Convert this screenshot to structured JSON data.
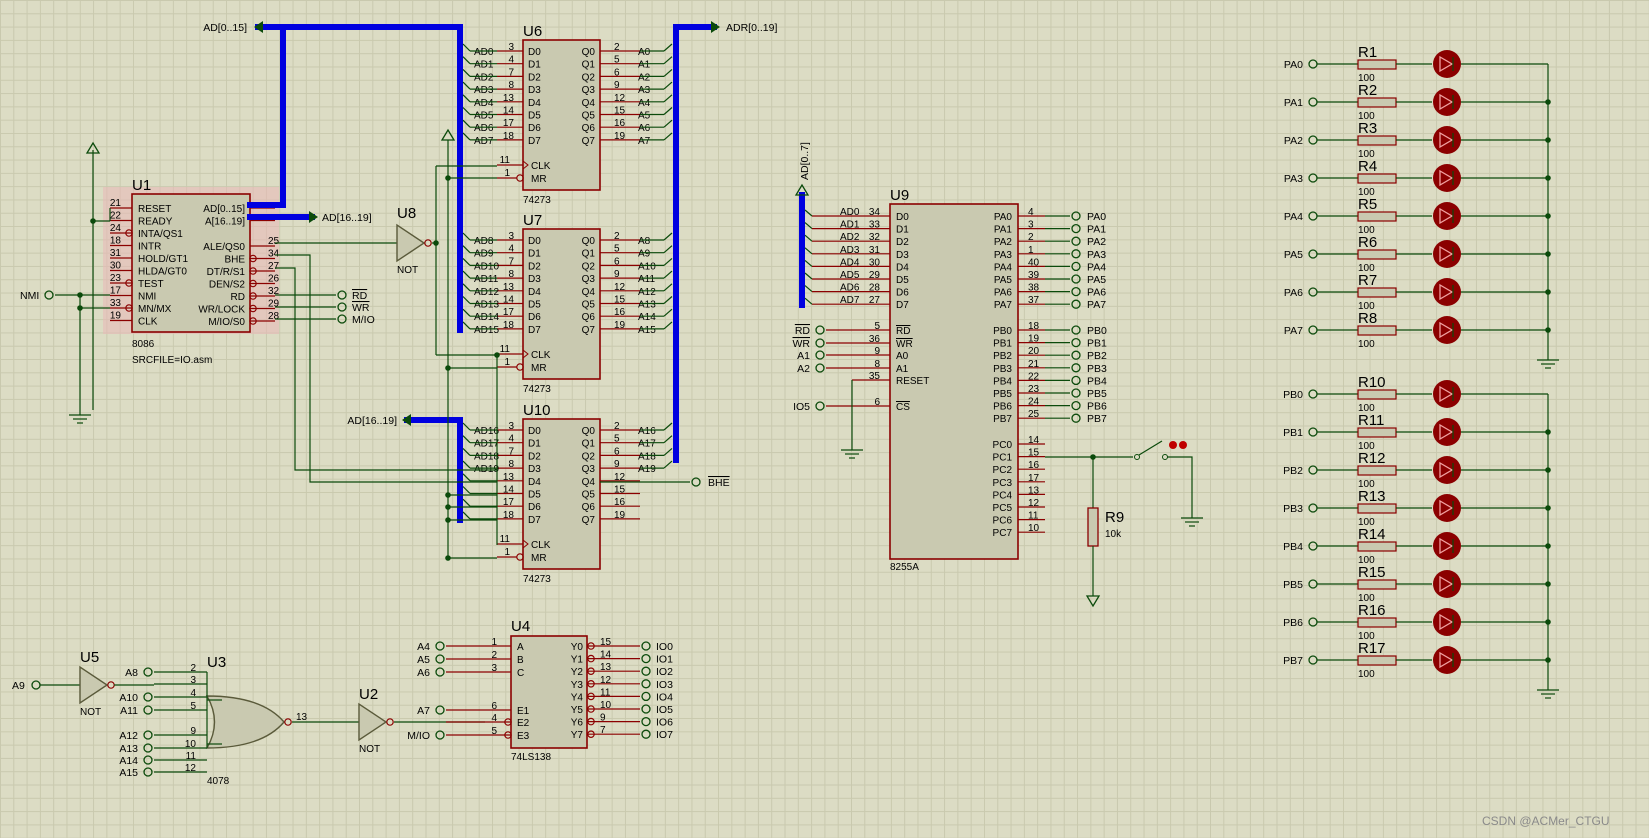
{
  "u1": {
    "ref": "U1",
    "part": "8086",
    "src": "SRCFILE=IO.asm",
    "left": [
      {
        "n": "21",
        "t": "RESET"
      },
      {
        "n": "22",
        "t": "READY"
      },
      {
        "n": "24",
        "t": "INTA/QS1"
      },
      {
        "n": "18",
        "t": "INTR"
      },
      {
        "n": "31",
        "t": "HOLD/GT1"
      },
      {
        "n": "30",
        "t": "HLDA/GT0"
      },
      {
        "n": "23",
        "t": "TEST"
      },
      {
        "n": "17",
        "t": "NMI"
      },
      {
        "n": "33",
        "t": "MN/MX"
      },
      {
        "n": "19",
        "t": "CLK"
      }
    ],
    "right": [
      {
        "n": "",
        "t": "AD[0..15]"
      },
      {
        "n": "",
        "t": "A[16..19]"
      },
      {
        "n": "25",
        "t": "ALE/QS0"
      },
      {
        "n": "34",
        "t": "BHE"
      },
      {
        "n": "27",
        "t": "DT/R/S1"
      },
      {
        "n": "26",
        "t": "DEN/S2"
      },
      {
        "n": "32",
        "t": "RD"
      },
      {
        "n": "29",
        "t": "WR/LOCK"
      },
      {
        "n": "28",
        "t": "M/IO/S0"
      }
    ]
  },
  "latches": [
    {
      "ref": "U6",
      "part": "74273",
      "din": [
        "AD0",
        "AD1",
        "AD2",
        "AD3",
        "AD4",
        "AD5",
        "AD6",
        "AD7"
      ],
      "dpin": [
        "3",
        "4",
        "7",
        "8",
        "13",
        "14",
        "17",
        "18"
      ],
      "qout": [
        "A0",
        "A1",
        "A2",
        "A3",
        "A4",
        "A5",
        "A6",
        "A7"
      ],
      "qpin": [
        "2",
        "5",
        "6",
        "9",
        "12",
        "15",
        "16",
        "19"
      ]
    },
    {
      "ref": "U7",
      "part": "74273",
      "din": [
        "AD8",
        "AD9",
        "AD10",
        "AD11",
        "AD12",
        "AD13",
        "AD14",
        "AD15"
      ],
      "dpin": [
        "3",
        "4",
        "7",
        "8",
        "13",
        "14",
        "17",
        "18"
      ],
      "qout": [
        "A8",
        "A9",
        "A10",
        "A11",
        "A12",
        "A13",
        "A14",
        "A15"
      ],
      "qpin": [
        "2",
        "5",
        "6",
        "9",
        "12",
        "15",
        "16",
        "19"
      ]
    },
    {
      "ref": "U10",
      "part": "74273",
      "din": [
        "AD16",
        "AD17",
        "AD18",
        "AD19",
        "",
        "",
        "",
        ""
      ],
      "dpin": [
        "3",
        "4",
        "7",
        "8",
        "13",
        "14",
        "17",
        "18"
      ],
      "qout": [
        "A16",
        "A17",
        "A18",
        "A19",
        "",
        "",
        "",
        ""
      ],
      "qpin": [
        "2",
        "5",
        "6",
        "9",
        "12",
        "15",
        "16",
        "19"
      ]
    }
  ],
  "latch_pins": {
    "d": [
      "D0",
      "D1",
      "D2",
      "D3",
      "D4",
      "D5",
      "D6",
      "D7"
    ],
    "q": [
      "Q0",
      "Q1",
      "Q2",
      "Q3",
      "Q4",
      "Q5",
      "Q6",
      "Q7"
    ],
    "clk": "CLK",
    "mr": "MR",
    "clk_pin": "11",
    "mr_pin": "1"
  },
  "buses": {
    "ad": "AD[0..15]",
    "adr": "ADR[0..19]",
    "a16": "AD[16..19]",
    "a16b": "AD[16..19]",
    "ad8255": "AD[0..7]"
  },
  "u8": {
    "ref": "U8",
    "type": "NOT"
  },
  "ctrl": {
    "rd": "RD",
    "wr": "WR",
    "mio": "M/IO",
    "bhe": "BHE",
    "nmi": "NMI"
  },
  "u9": {
    "ref": "U9",
    "part": "8255A",
    "left": [
      {
        "n": "34",
        "t": "D0",
        "net": "AD0"
      },
      {
        "n": "33",
        "t": "D1",
        "net": "AD1"
      },
      {
        "n": "32",
        "t": "D2",
        "net": "AD2"
      },
      {
        "n": "31",
        "t": "D3",
        "net": "AD3"
      },
      {
        "n": "30",
        "t": "D4",
        "net": "AD4"
      },
      {
        "n": "29",
        "t": "D5",
        "net": "AD5"
      },
      {
        "n": "28",
        "t": "D6",
        "net": "AD6"
      },
      {
        "n": "27",
        "t": "D7",
        "net": "AD7"
      }
    ],
    "left2": [
      {
        "n": "5",
        "t": "RD",
        "net": "RD"
      },
      {
        "n": "36",
        "t": "WR",
        "net": "WR"
      },
      {
        "n": "9",
        "t": "A0",
        "net": "A1"
      },
      {
        "n": "8",
        "t": "A1",
        "net": "A2"
      },
      {
        "n": "35",
        "t": "RESET",
        "net": ""
      },
      {
        "n": "6",
        "t": "CS",
        "net": "IO5"
      }
    ],
    "pa": [
      {
        "n": "4",
        "t": "PA0"
      },
      {
        "n": "3",
        "t": "PA1"
      },
      {
        "n": "2",
        "t": "PA2"
      },
      {
        "n": "1",
        "t": "PA3"
      },
      {
        "n": "40",
        "t": "PA4"
      },
      {
        "n": "39",
        "t": "PA5"
      },
      {
        "n": "38",
        "t": "PA6"
      },
      {
        "n": "37",
        "t": "PA7"
      }
    ],
    "pb": [
      {
        "n": "18",
        "t": "PB0"
      },
      {
        "n": "19",
        "t": "PB1"
      },
      {
        "n": "20",
        "t": "PB2"
      },
      {
        "n": "21",
        "t": "PB3"
      },
      {
        "n": "22",
        "t": "PB4"
      },
      {
        "n": "23",
        "t": "PB5"
      },
      {
        "n": "24",
        "t": "PB6"
      },
      {
        "n": "25",
        "t": "PB7"
      }
    ],
    "pc": [
      {
        "n": "14",
        "t": "PC0"
      },
      {
        "n": "15",
        "t": "PC1"
      },
      {
        "n": "16",
        "t": "PC2"
      },
      {
        "n": "17",
        "t": "PC3"
      },
      {
        "n": "13",
        "t": "PC4"
      },
      {
        "n": "12",
        "t": "PC5"
      },
      {
        "n": "11",
        "t": "PC6"
      },
      {
        "n": "10",
        "t": "PC7"
      }
    ]
  },
  "r9": {
    "ref": "R9",
    "val": "10k"
  },
  "leds_a": {
    "ports": [
      "PA0",
      "PA1",
      "PA2",
      "PA3",
      "PA4",
      "PA5",
      "PA6",
      "PA7"
    ],
    "refs": [
      "R1",
      "R2",
      "R3",
      "R4",
      "R5",
      "R6",
      "R7",
      "R8"
    ],
    "val": "100"
  },
  "leds_b": {
    "ports": [
      "PB0",
      "PB1",
      "PB2",
      "PB3",
      "PB4",
      "PB5",
      "PB6",
      "PB7"
    ],
    "refs": [
      "R10",
      "R11",
      "R12",
      "R13",
      "R14",
      "R15",
      "R16",
      "R17"
    ],
    "val": "100"
  },
  "u5": {
    "ref": "U5",
    "type": "NOT",
    "in": "A9"
  },
  "u3": {
    "ref": "U3",
    "part": "4078",
    "out": "13",
    "ins": [
      {
        "n": "2",
        "t": "A8"
      },
      {
        "n": "3",
        "t": ""
      },
      {
        "n": "4",
        "t": "A10"
      },
      {
        "n": "5",
        "t": "A11"
      },
      {
        "n": "9",
        "t": "A12"
      },
      {
        "n": "10",
        "t": "A13"
      },
      {
        "n": "11",
        "t": "A14"
      },
      {
        "n": "12",
        "t": "A15"
      }
    ]
  },
  "u2": {
    "ref": "U2",
    "type": "NOT"
  },
  "u4": {
    "ref": "U4",
    "part": "74LS138",
    "ins": [
      {
        "n": "1",
        "t": "A",
        "net": "A4"
      },
      {
        "n": "2",
        "t": "B",
        "net": "A5"
      },
      {
        "n": "3",
        "t": "C",
        "net": "A6"
      },
      {
        "n": "6",
        "t": "E1",
        "net": "A7"
      },
      {
        "n": "4",
        "t": "E2",
        "net": ""
      },
      {
        "n": "5",
        "t": "E3",
        "net": "M/IO"
      }
    ],
    "outs": [
      {
        "n": "15",
        "t": "Y0",
        "net": "IO0"
      },
      {
        "n": "14",
        "t": "Y1",
        "net": "IO1"
      },
      {
        "n": "13",
        "t": "Y2",
        "net": "IO2"
      },
      {
        "n": "12",
        "t": "Y3",
        "net": "IO3"
      },
      {
        "n": "11",
        "t": "Y4",
        "net": "IO4"
      },
      {
        "n": "10",
        "t": "Y5",
        "net": "IO5"
      },
      {
        "n": "9",
        "t": "Y6",
        "net": "IO6"
      },
      {
        "n": "7",
        "t": "Y7",
        "net": "IO7"
      }
    ]
  },
  "watermark": "CSDN @ACMer_CTGU"
}
